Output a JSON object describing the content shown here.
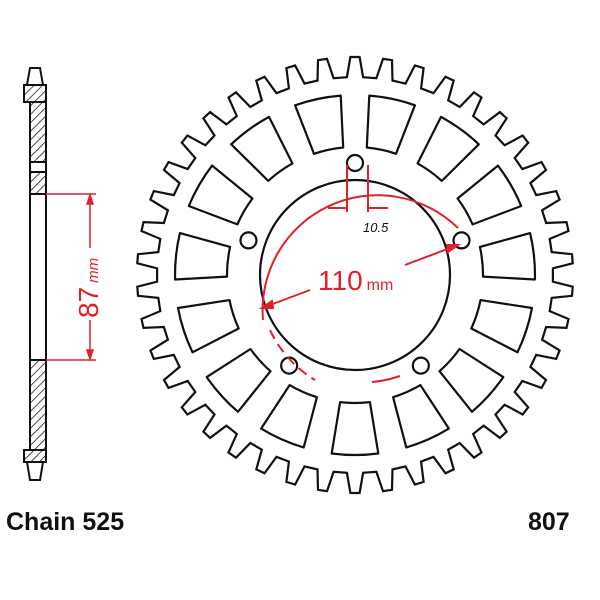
{
  "diagram": {
    "inner_width_label": "87",
    "inner_width_unit": "mm",
    "bolt_hole_label": "10.5",
    "pcd_label": "110",
    "pcd_unit": "mm",
    "chain_label": "Chain 525",
    "part_number": "807",
    "teeth": 42,
    "bolt_holes": 5,
    "colors": {
      "line": "#111111",
      "dimension": "#e0202a"
    }
  }
}
